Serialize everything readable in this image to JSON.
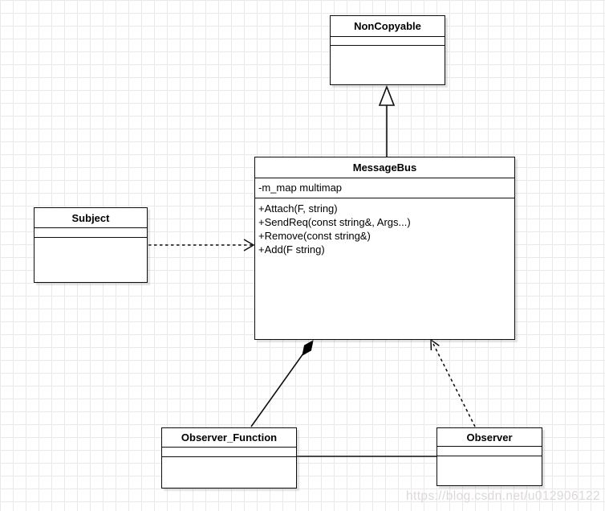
{
  "diagram": {
    "type": "uml-class-diagram",
    "classes": {
      "noncopyable": {
        "name": "NonCopyable",
        "attributes": [],
        "methods": []
      },
      "messagebus": {
        "name": "MessageBus",
        "attributes": [
          "-m_map multimap"
        ],
        "methods": [
          "+Attach(F, string)",
          "+SendReq(const string&, Args...)",
          "+Remove(const string&)",
          "+Add(F string)"
        ]
      },
      "subject": {
        "name": "Subject",
        "attributes": [],
        "methods": []
      },
      "observer_function": {
        "name": "Observer_Function",
        "attributes": [],
        "methods": []
      },
      "observer": {
        "name": "Observer",
        "attributes": [],
        "methods": []
      }
    },
    "relationships": [
      {
        "from": "MessageBus",
        "to": "NonCopyable",
        "type": "generalization",
        "line": "solid",
        "marker": "hollow-triangle"
      },
      {
        "from": "Subject",
        "to": "MessageBus",
        "type": "dependency",
        "line": "dashed",
        "marker": "open-arrow"
      },
      {
        "from": "Observer_Function",
        "to": "MessageBus",
        "type": "composition",
        "line": "solid",
        "marker": "filled-diamond"
      },
      {
        "from": "Observer",
        "to": "MessageBus",
        "type": "dependency",
        "line": "dashed",
        "marker": "open-arrow"
      },
      {
        "from": "Observer_Function",
        "to": "Observer",
        "type": "association",
        "line": "solid",
        "marker": "none"
      }
    ],
    "colors": {
      "box_fill": "#ffffff",
      "box_border": "#0d0d0d",
      "line": "#000000",
      "grid_line": "#e9e9e9",
      "background": "#ffffff",
      "watermark_text": "#ddd8d8"
    }
  },
  "watermark": "https://blog.csdn.net/u012906122"
}
